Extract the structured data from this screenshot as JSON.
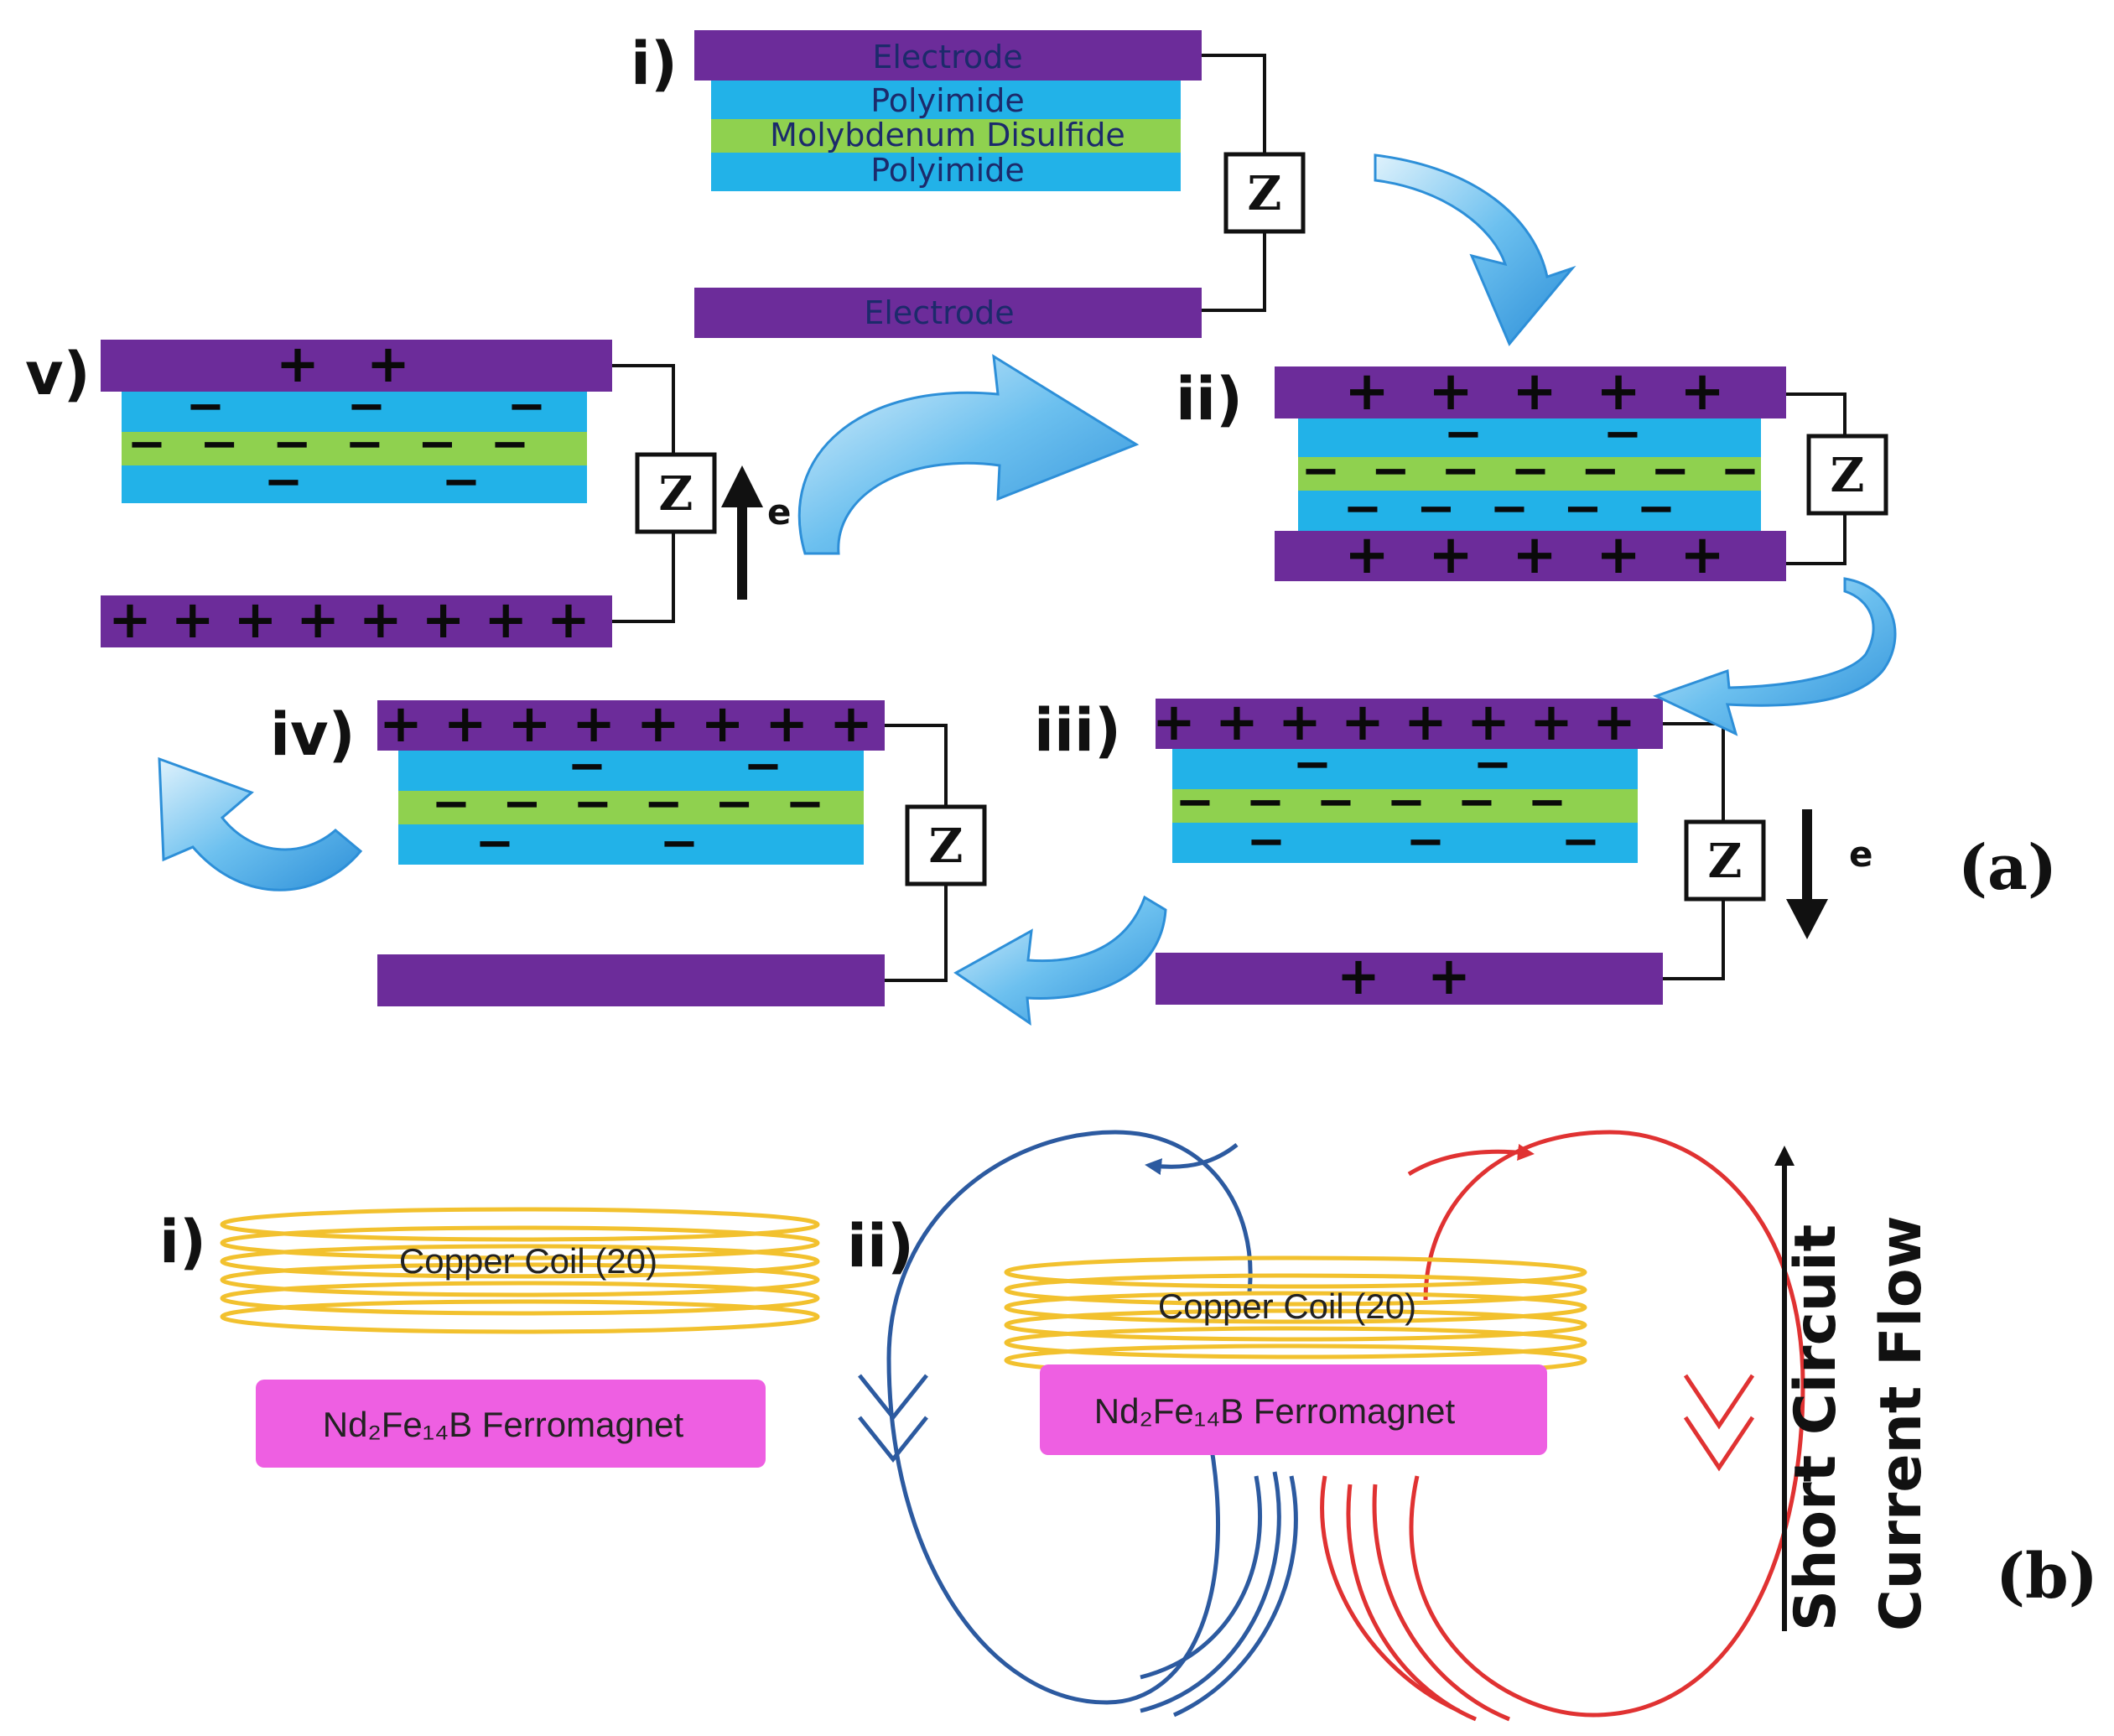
{
  "colors": {
    "electrode": "#6c2c9a",
    "polyimide": "#22b2e8",
    "mos2": "#8fd14f",
    "arrow": "#49aee8",
    "coil": "#f2c12e",
    "magnet": "#ee5fe2",
    "field_blue": "#2c5aa0",
    "field_red": "#e03232"
  },
  "panel_a": {
    "label": "(a)",
    "stages": {
      "i": "i)",
      "ii": "ii)",
      "iii": "iii)",
      "iv": "iv)",
      "v": "v)"
    },
    "layers": {
      "electrode_top": "Electrode",
      "polyimide_top": "Polyimide",
      "mos2": "Molybdenum Disulfide",
      "polyimide_bottom": "Polyimide",
      "electrode_bottom": "Electrode"
    },
    "load_symbol": "Z",
    "electron_symbol": "e",
    "plus": "+",
    "minus": "−"
  },
  "panel_b": {
    "label": "(b)",
    "stages": {
      "i": "i)",
      "ii": "ii)"
    },
    "coil_label": "Copper Coil (20)",
    "magnet_label": "Nd₂Fe₁₄B Ferromagnet",
    "current_label_line1": "Short Circuit",
    "current_label_line2": "Current Flow"
  }
}
